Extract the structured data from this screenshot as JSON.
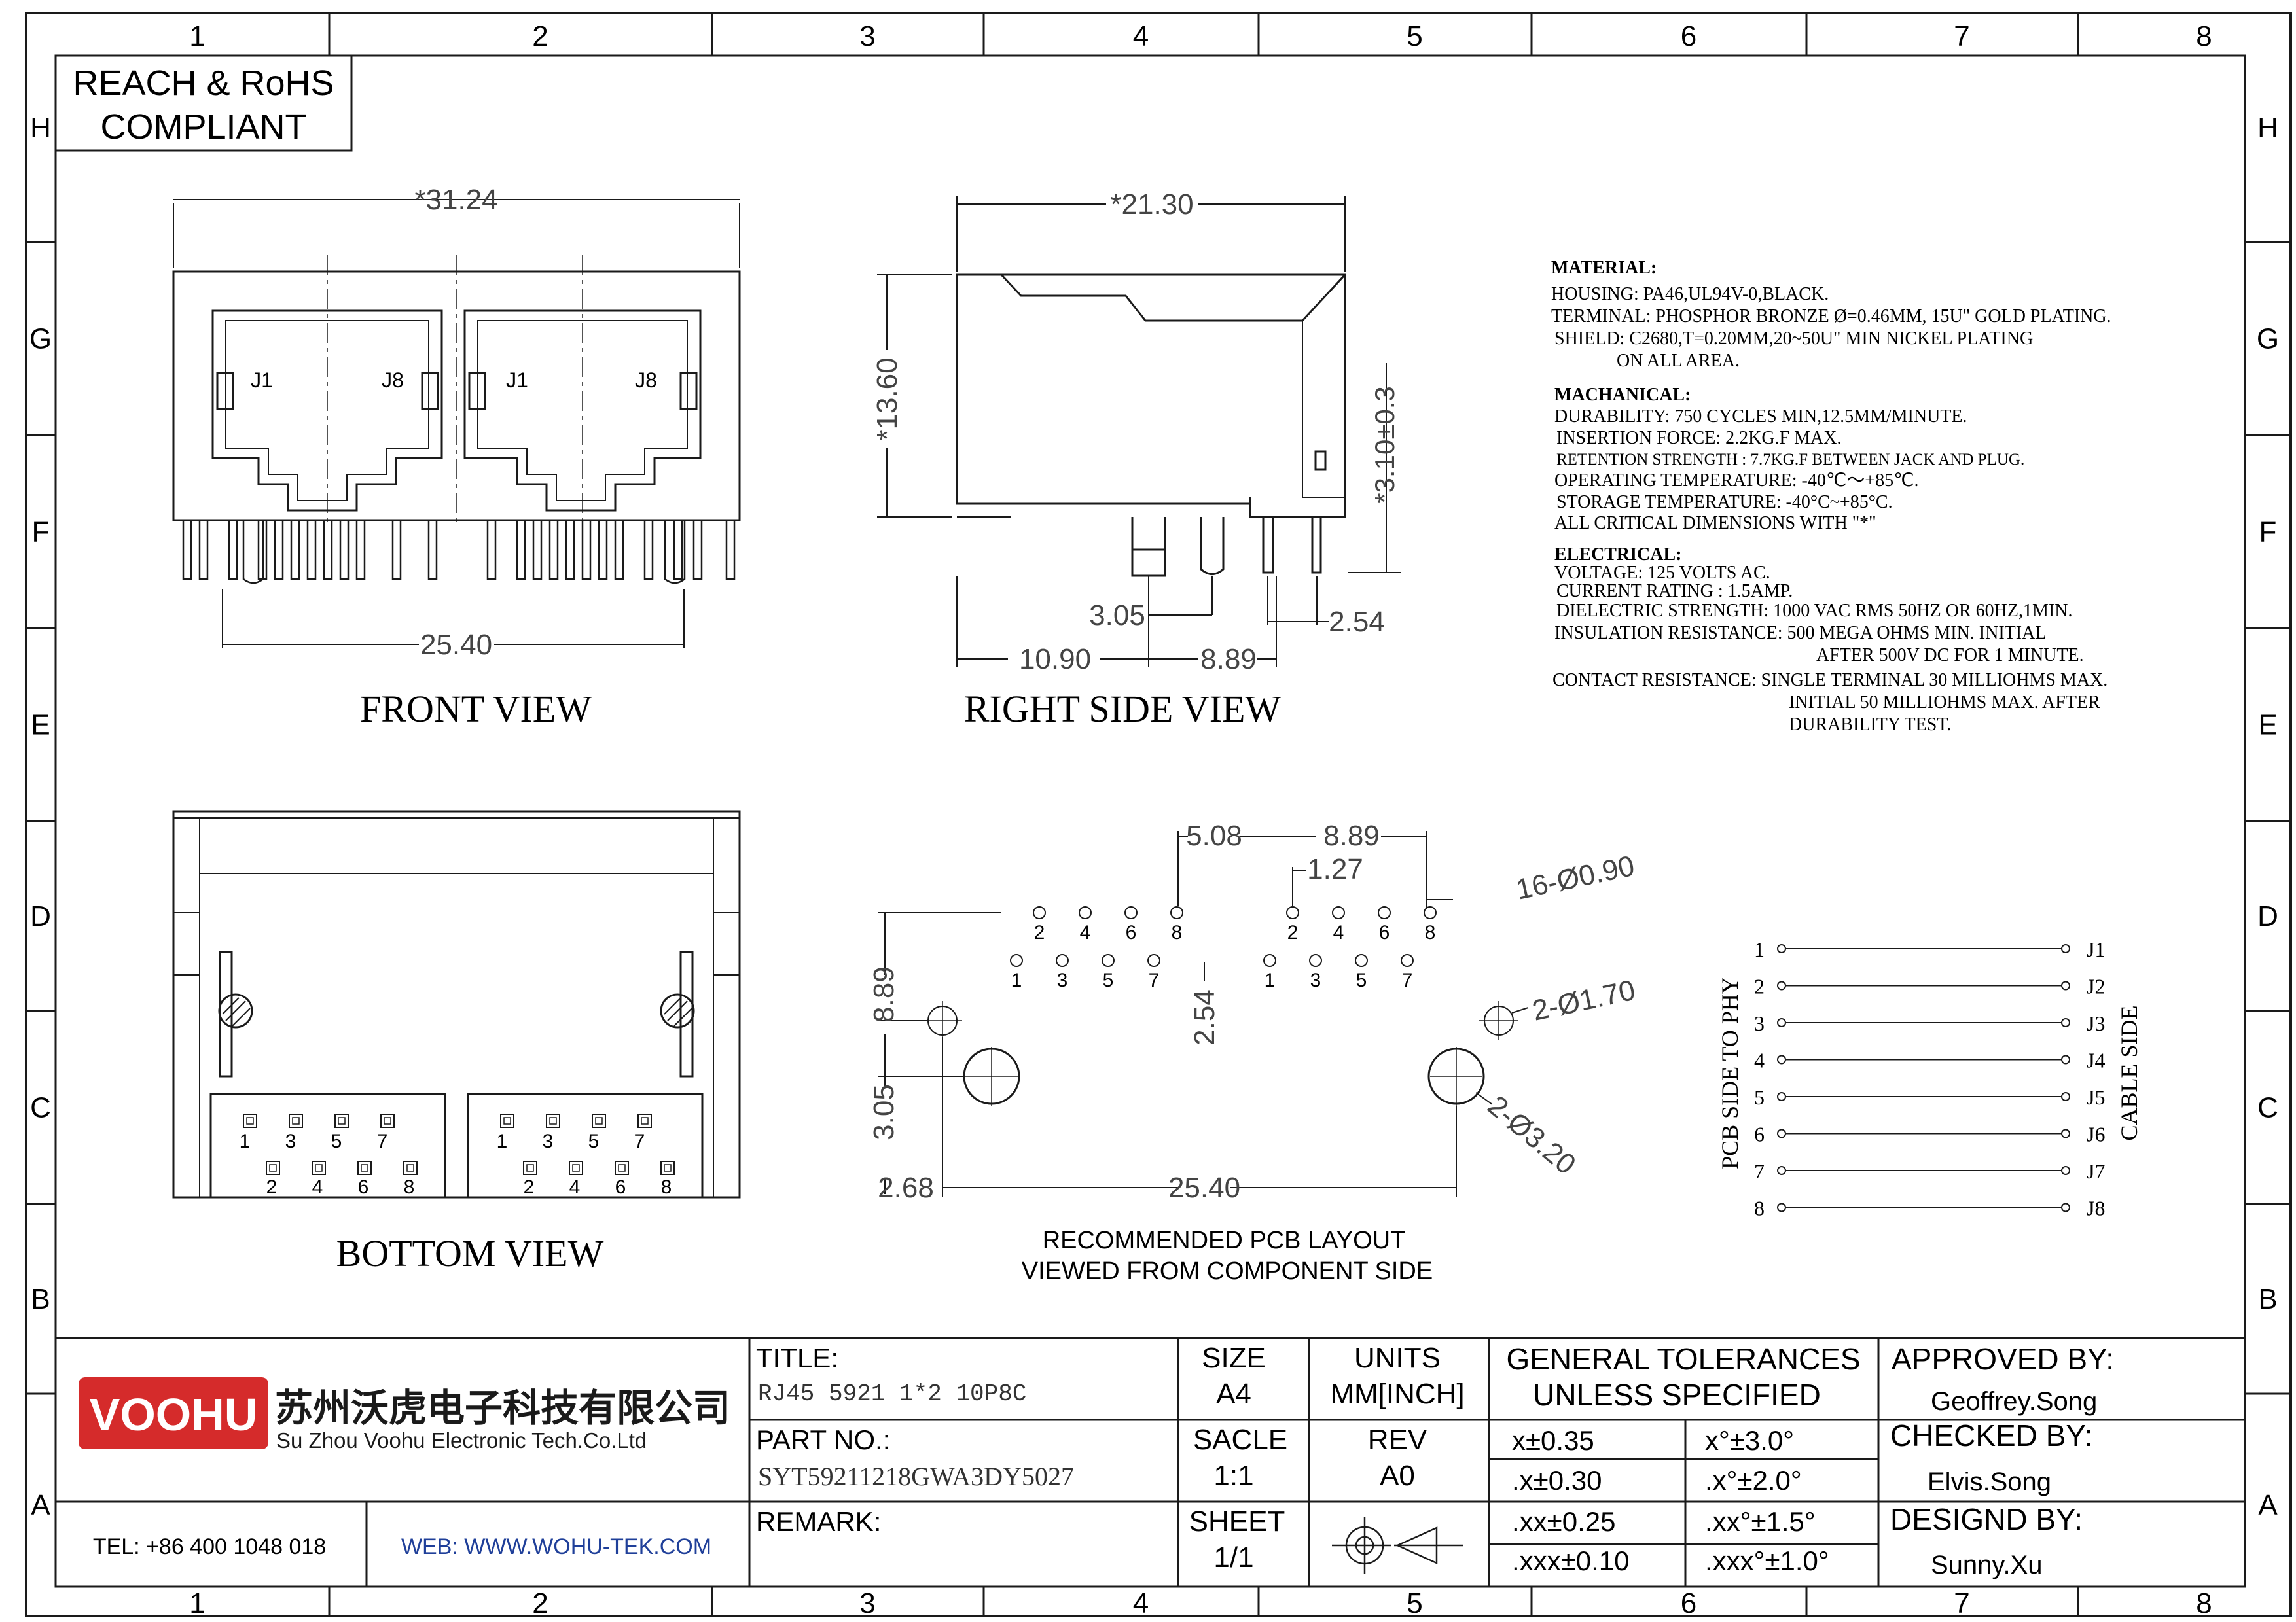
{
  "grid": {
    "columns": [
      "1",
      "2",
      "3",
      "4",
      "5",
      "6",
      "7",
      "8"
    ],
    "rows": [
      "H",
      "G",
      "F",
      "E",
      "D",
      "C",
      "B",
      "A"
    ]
  },
  "compliance": {
    "line1": "REACH & RoHS",
    "line2": "COMPLIANT"
  },
  "front_view": {
    "caption": "FRONT VIEW",
    "dim_width": "*31.24",
    "dim_pitch": "25.40",
    "port_labels": [
      "J1",
      "J8",
      "J1",
      "J8"
    ]
  },
  "right_side_view": {
    "caption": "RIGHT SIDE VIEW",
    "dim_length": "*21.30",
    "dim_height": "*13.60",
    "dim_pin_height": "*3.10±0.3",
    "dim_a": "3.05",
    "dim_b": "2.54",
    "dim_c": "10.90",
    "dim_d": "8.89"
  },
  "specifications": {
    "material_title": "MATERIAL:",
    "material": [
      "HOUSING: PA46,UL94V-0,BLACK.",
      "TERMINAL: PHOSPHOR BRONZE Ø=0.46MM, 15U\" GOLD PLATING.",
      "SHIELD: C2680,T=0.20MM,20~50U\" MIN NICKEL PLATING",
      "ON ALL AREA."
    ],
    "mechanical_title": "MACHANICAL:",
    "mechanical": [
      "DURABILITY: 750 CYCLES MIN,12.5MM/MINUTE.",
      "INSERTION FORCE: 2.2KG.F MAX.",
      "RETENTION STRENGTH : 7.7KG.F BETWEEN JACK AND PLUG.",
      "OPERATING TEMPERATURE: -40℃～+85℃.",
      "STORAGE TEMPERATURE: -40°C~+85°C.",
      "ALL CRITICAL DIMENSIONS WITH \"*\""
    ],
    "electrical_title": "ELECTRICAL:",
    "electrical": [
      "VOLTAGE: 125 VOLTS AC.",
      "CURRENT RATING : 1.5AMP.",
      "DIELECTRIC STRENGTH: 1000 VAC RMS 50HZ OR 60HZ,1MIN.",
      "INSULATION RESISTANCE: 500 MEGA OHMS MIN. INITIAL",
      "AFTER 500V DC FOR 1 MINUTE.",
      "CONTACT RESISTANCE: SINGLE TERMINAL 30 MILLIOHMS MAX.",
      "INITIAL 50 MILLIOHMS MAX. AFTER",
      "DURABILITY TEST."
    ]
  },
  "bottom_view": {
    "caption": "BOTTOM VIEW",
    "pins_row_a": [
      "1",
      "3",
      "5",
      "7"
    ],
    "pins_row_b": [
      "2",
      "4",
      "6",
      "8"
    ]
  },
  "pcb_layout": {
    "caption_line1": "RECOMMENDED PCB LAYOUT",
    "caption_line2": "VIEWED FROM COMPONENT SIDE",
    "dim_508": "5.08",
    "dim_889_top": "8.89",
    "dim_127": "1.27",
    "dim_pins": "16-Ø0.90",
    "dim_889_left": "8.89",
    "dim_254": "2.54",
    "dim_305": "3.05",
    "dim_268": "2.68",
    "dim_2540": "25.40",
    "dim_170": "2-Ø1.70",
    "dim_320": "2-Ø3.20",
    "pins_even": [
      "2",
      "4",
      "6",
      "8"
    ],
    "pins_odd": [
      "1",
      "3",
      "5",
      "7"
    ]
  },
  "wiring": {
    "left_label": "PCB SIDE TO PHY",
    "right_label": "CABLE SIDE",
    "pcb_side": [
      "1",
      "2",
      "3",
      "4",
      "5",
      "6",
      "7",
      "8"
    ],
    "cable_side": [
      "J1",
      "J2",
      "J3",
      "J4",
      "J5",
      "J6",
      "J7",
      "J8"
    ]
  },
  "title_block": {
    "logo": "VOOHU",
    "company_cn": "苏州沃虎电子科技有限公司",
    "company_en": "Su Zhou Voohu Electronic Tech.Co.Ltd",
    "tel": "TEL: +86 400 1048 018",
    "web": "WEB: WWW.WOHU-TEK.COM",
    "title_label": "TITLE:",
    "title_value": "RJ45 5921 1*2 10P8C",
    "part_label": "PART NO.:",
    "part_value": "SYT59211218GWA3DY5027",
    "remark_label": "REMARK:",
    "size_label": "SIZE",
    "size_value": "A4",
    "units_label": "UNITS",
    "units_value": "MM[INCH]",
    "scale_label": "SACLE",
    "scale_value": "1:1",
    "rev_label": "REV",
    "rev_value": "A0",
    "sheet_label": "SHEET",
    "sheet_value": "1/1",
    "tol_title1": "GENERAL TOLERANCES",
    "tol_title2": "UNLESS SPECIFIED",
    "tolerances": [
      [
        "x±0.35",
        "x°±3.0°"
      ],
      [
        ".x±0.30",
        ".x°±2.0°"
      ],
      [
        ".xx±0.25",
        ".xx°±1.5°"
      ],
      [
        ".xxx±0.10",
        ".xxx°±1.0°"
      ]
    ],
    "approved_label": "APPROVED BY:",
    "approved_value": "Geoffrey.Song",
    "checked_label": "CHECKED BY:",
    "checked_value": "Elvis.Song",
    "designed_label": "DESIGND BY:",
    "designed_value": "Sunny.Xu"
  },
  "colors": {
    "line": "#1a1a1a",
    "logo_red": "#d52b2b",
    "web_blue": "#1f3f99"
  }
}
